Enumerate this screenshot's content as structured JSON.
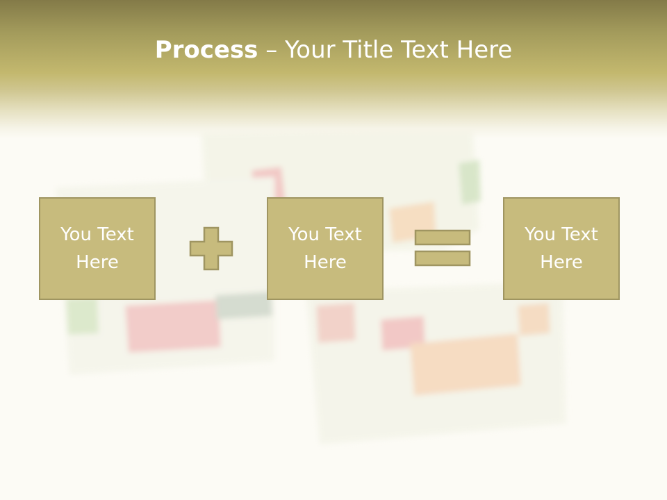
{
  "slide": {
    "title_bold": "Process",
    "title_rest": " – Your Title Text Here",
    "boxes": [
      {
        "label": "You Text\nHere"
      },
      {
        "label": "You Text\nHere"
      },
      {
        "label": "You Text\nHere"
      }
    ],
    "operators": [
      "plus-icon",
      "equals-icon"
    ]
  },
  "colors": {
    "header_dark": "#837a48",
    "header_light": "#c3b86e",
    "box_fill": "#c7bb7d",
    "box_border": "#9f9561",
    "text": "#ffffff"
  }
}
